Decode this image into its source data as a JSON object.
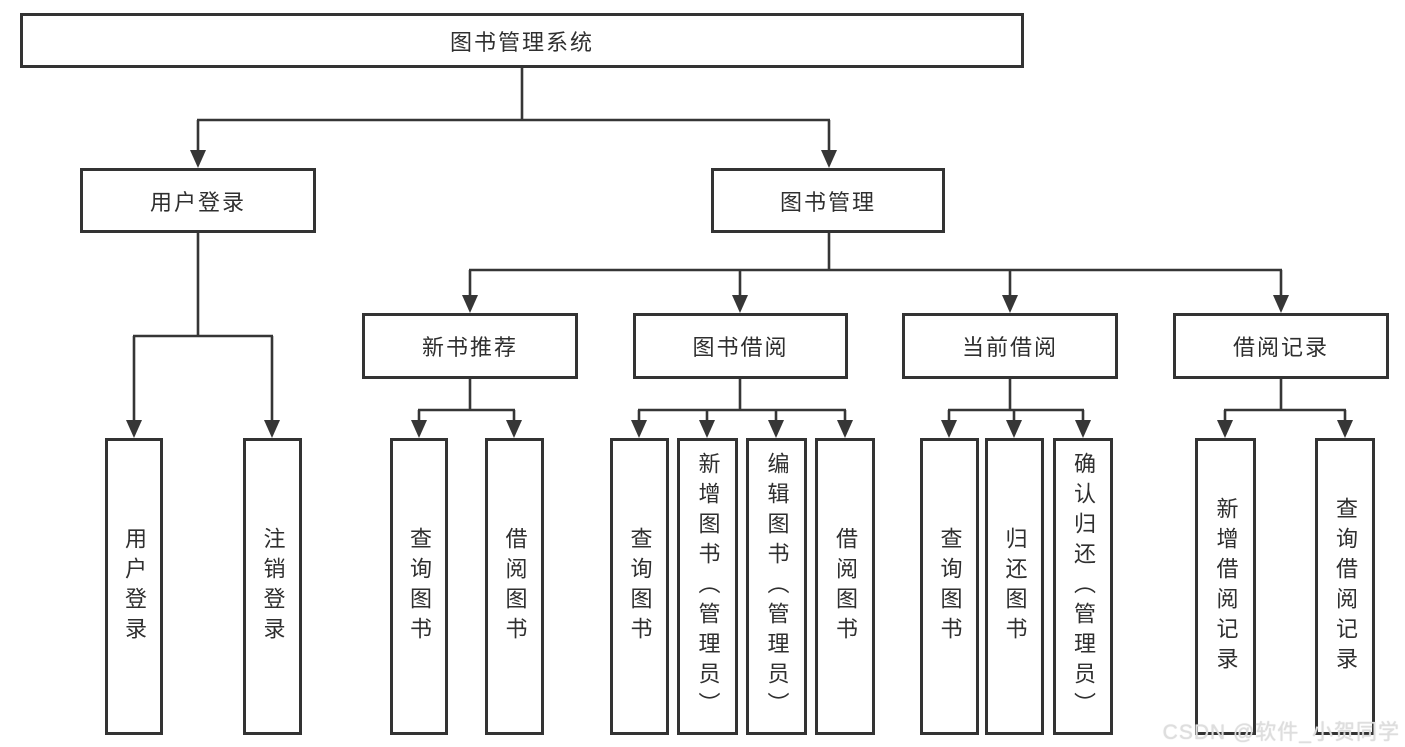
{
  "tree": {
    "root": {
      "label": "图书管理系统"
    },
    "branches": [
      {
        "label": "用户登录",
        "children": [
          {
            "label": "用户登录"
          },
          {
            "label": "注销登录"
          }
        ]
      },
      {
        "label": "图书管理",
        "children": [
          {
            "label": "新书推荐",
            "children": [
              {
                "label": "查询图书"
              },
              {
                "label": "借阅图书"
              }
            ]
          },
          {
            "label": "图书借阅",
            "children": [
              {
                "label": "查询图书"
              },
              {
                "label": "新增图书（管理员）"
              },
              {
                "label": "编辑图书（管理员）"
              },
              {
                "label": "借阅图书"
              }
            ]
          },
          {
            "label": "当前借阅",
            "children": [
              {
                "label": "查询图书"
              },
              {
                "label": "归还图书"
              },
              {
                "label": "确认归还（管理员）"
              }
            ]
          },
          {
            "label": "借阅记录",
            "children": [
              {
                "label": "新增借阅记录"
              },
              {
                "label": "查询借阅记录"
              }
            ]
          }
        ]
      }
    ]
  },
  "watermark": {
    "text": "CSDN @软件_小贺同学"
  },
  "colors": {
    "line": "#363636",
    "box_border": "#333333",
    "text": "#2f2f2f",
    "watermark": "#dedede",
    "background": "#ffffff"
  }
}
